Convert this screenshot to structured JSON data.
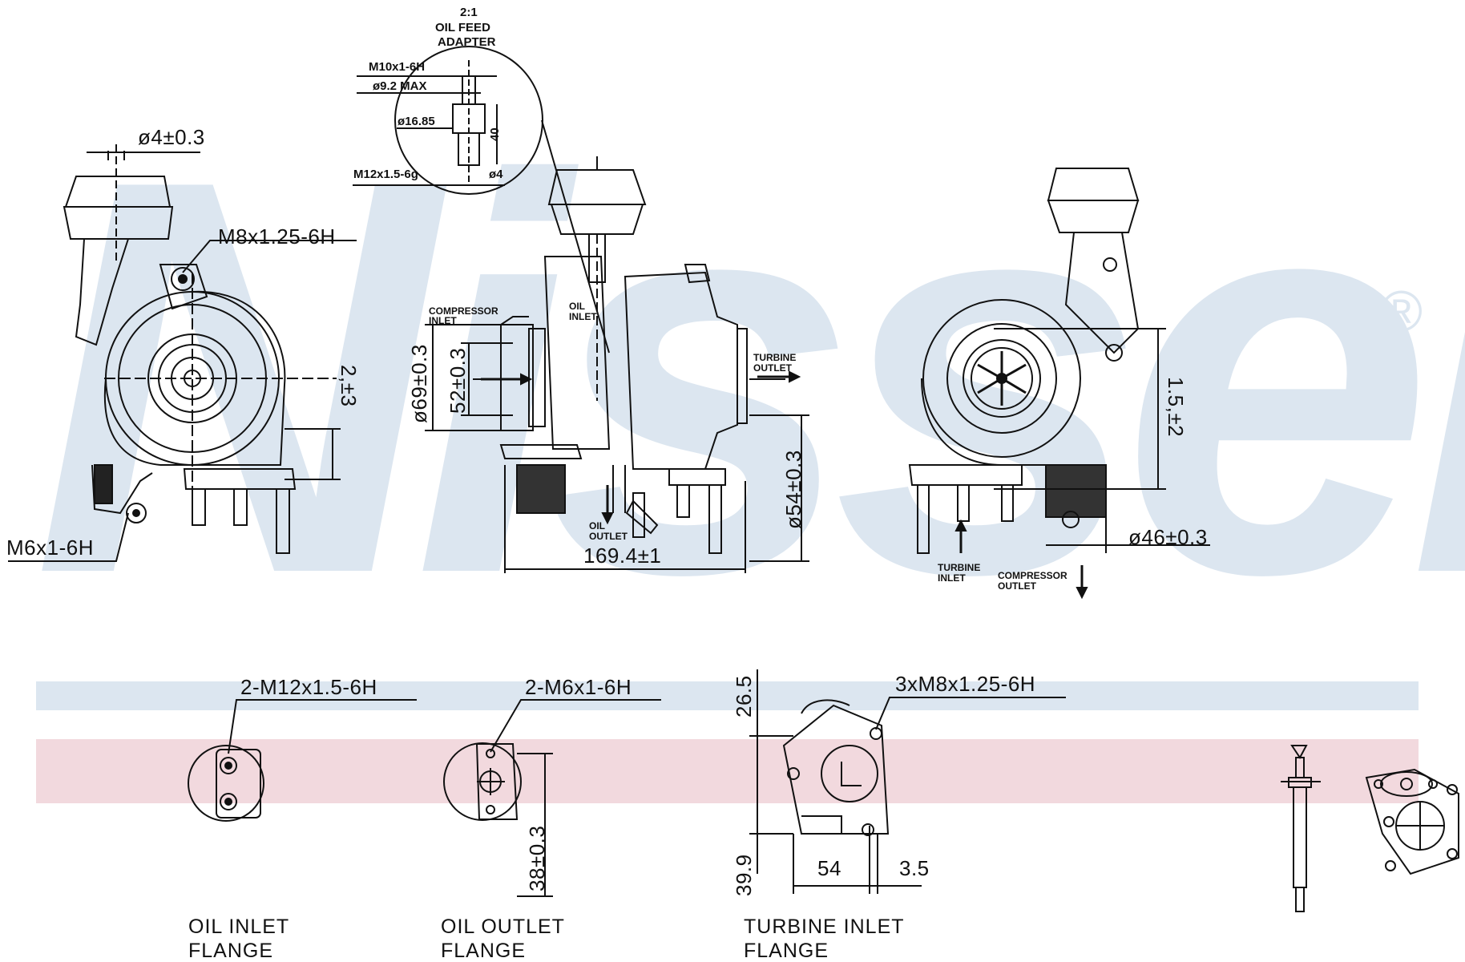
{
  "brand": {
    "watermark": "Nissens",
    "registered": "®",
    "watermark_color": "#dce6f0"
  },
  "bands": {
    "blue": "#dce6f0",
    "pink": "#f2d9de"
  },
  "top_view_left": {
    "dim_actuator_rod": "ø4±0.3",
    "thread_top": "M8x1.25-6H",
    "thread_bottom": "M6x1-6H",
    "dim_height": "2,±3"
  },
  "oil_feed_adapter": {
    "scale": "2:1",
    "title_line1": "OIL FEED",
    "title_line2": "ADAPTER",
    "thread_top": "M10x1-6H",
    "dia_max": "ø9.2 MAX",
    "dia_mid": "ø16.85",
    "length": "40",
    "thread_bottom": "M12x1.5-6g",
    "dia_bottom": "ø4"
  },
  "side_view": {
    "compressor_inlet": [
      "COMPRESSOR",
      "INLET"
    ],
    "oil_inlet": [
      "OIL",
      "INLET"
    ],
    "turbine_outlet": [
      "TURBINE",
      "OUTLET"
    ],
    "oil_outlet": [
      "OIL",
      "OUTLET"
    ],
    "dim_outer": "ø69±0.3",
    "dim_inner": "52±0.3",
    "dim_turbine": "ø54±0.3",
    "dim_length": "169.4±1"
  },
  "rear_view": {
    "dim_height": "1.5,±2",
    "dim_outlet": "ø46±0.3",
    "turbine_inlet": [
      "TURBINE",
      "INLET"
    ],
    "compressor_outlet": [
      "COMPRESSOR",
      "OUTLET"
    ]
  },
  "flanges": {
    "oil_inlet": {
      "thread": "2-M12x1.5-6H",
      "caption": [
        "OIL INLET",
        "FLANGE"
      ]
    },
    "oil_outlet": {
      "thread": "2-M6x1-6H",
      "dim": "38±0.3",
      "caption": [
        "OIL OUTLET",
        "FLANGE"
      ]
    },
    "turbine_inlet": {
      "thread": "3xM8x1.25-6H",
      "dim_top": "26.5",
      "dim_bottom": "39.9",
      "dim_width": "54",
      "dim_thickness": "3.5",
      "caption": [
        "TURBINE INLET",
        "FLANGE"
      ]
    }
  }
}
